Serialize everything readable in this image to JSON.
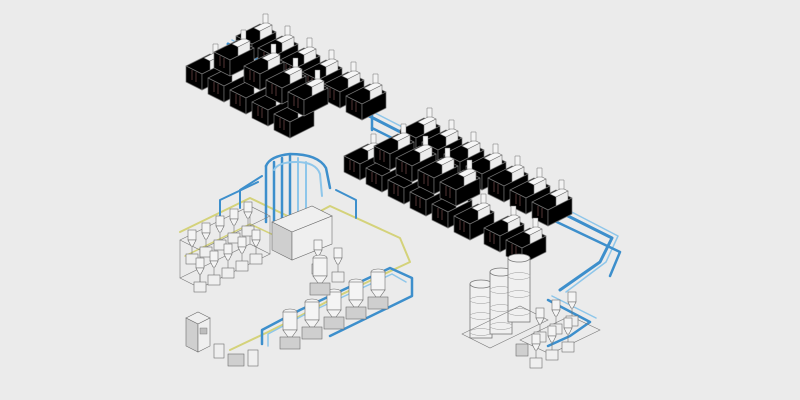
{
  "colors": {
    "background": "#ebebeb",
    "pipe_blue": "#3d8fcc",
    "pipe_blue_light": "#8ec6ea",
    "pipe_yellow": "#d4d27a",
    "machine_outline": "#6f6f6f"
  },
  "figure": {
    "kind": "isometric-line-drawing",
    "text_labels": []
  },
  "components": {
    "injection_molding_machines": 34,
    "storage_silos": 3,
    "hopper_loaders_left_cluster": 10,
    "dryers_lower_row": 6,
    "control_cabinet": 1
  }
}
